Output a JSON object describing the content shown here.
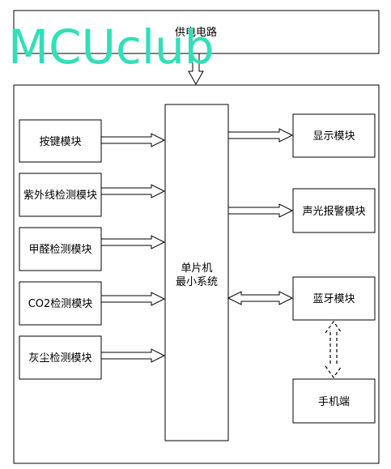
{
  "watermark": "MCUclub",
  "watermark_color": "#2fe0b8",
  "power_box": {
    "label": "供电电路"
  },
  "mcu_box": {
    "line1": "单片机",
    "line2": "最小系统"
  },
  "inputs": [
    {
      "label": "按键模块"
    },
    {
      "label": "紫外线检测模块"
    },
    {
      "label": "甲醛检测模块"
    },
    {
      "label": "CO2检测模块"
    },
    {
      "label": "灰尘检测模块"
    }
  ],
  "outputs": [
    {
      "label": "显示模块"
    },
    {
      "label": "声光报警模块"
    },
    {
      "label": "蓝牙模块"
    }
  ],
  "phone_box": {
    "label": "手机端"
  }
}
